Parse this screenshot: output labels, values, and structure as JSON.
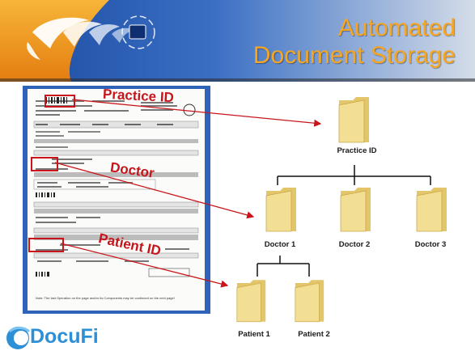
{
  "header": {
    "title_line1": "Automated",
    "title_line2": "Document Storage"
  },
  "document": {
    "callouts": {
      "practice_id": "Practice ID",
      "doctor": "Doctor",
      "patient_id": "Patient ID"
    },
    "note": "Note: The last Operation on the page and/or its Components may be continued on the next page!"
  },
  "tree": {
    "root": "Practice ID",
    "doctors": [
      "Doctor 1",
      "Doctor 2",
      "Doctor 3"
    ],
    "patients": [
      "Patient 1",
      "Patient 2"
    ]
  },
  "logo": {
    "name": "DocuFi"
  },
  "colors": {
    "title": "#f6a623",
    "callout": "#c8151b",
    "header_dark": "#1d3a7a",
    "brand_blue": "#2d8fd6"
  }
}
